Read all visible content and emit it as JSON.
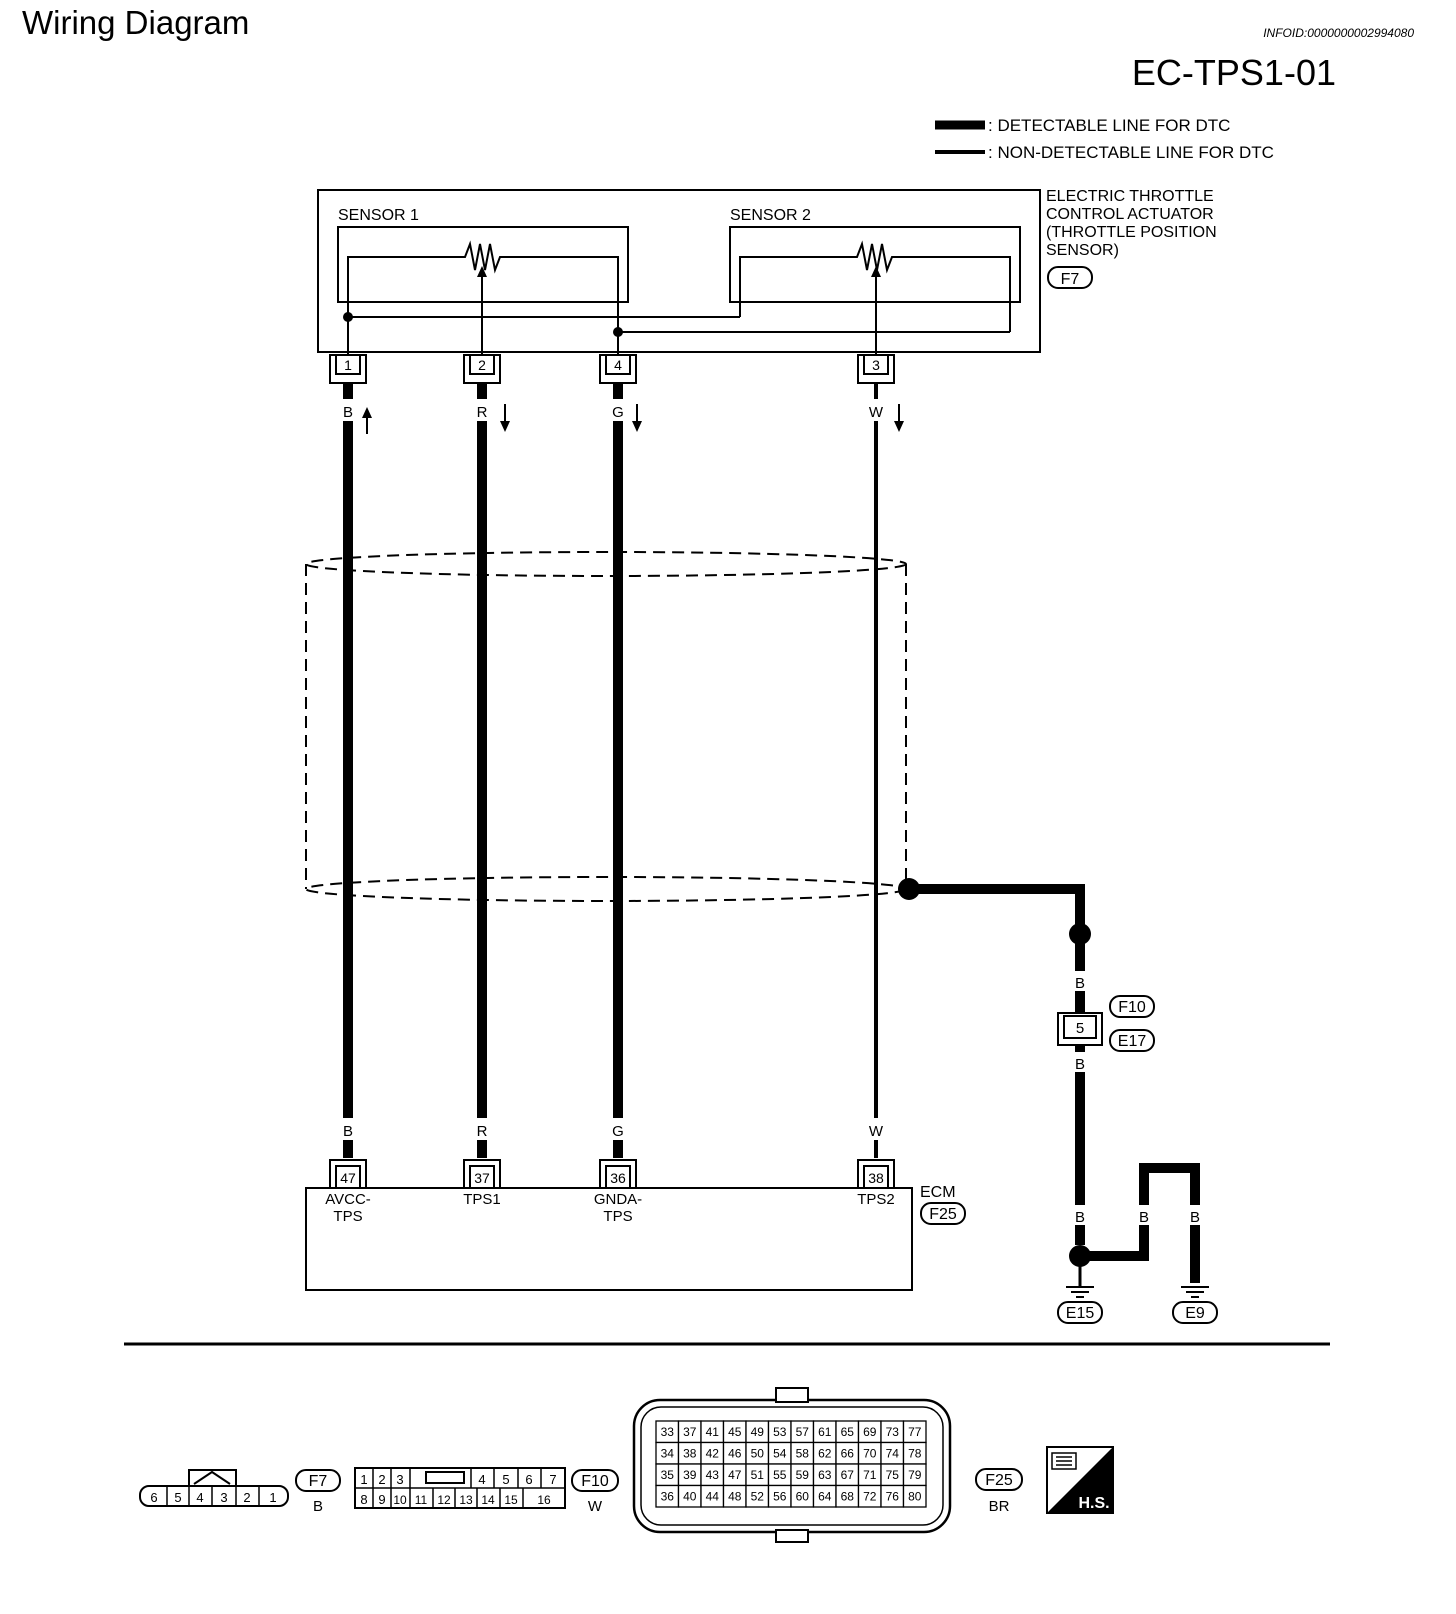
{
  "header": {
    "title": "Wiring Diagram",
    "info_id": "INFOID:0000000002994080",
    "diagram_code": "EC-TPS1-01"
  },
  "legend": {
    "detectable": ": DETECTABLE LINE FOR DTC",
    "non_detectable": ": NON-DETECTABLE LINE FOR DTC"
  },
  "actuator": {
    "sensor1_label": "SENSOR 1",
    "sensor2_label": "SENSOR 2",
    "name_lines": [
      "ELECTRIC THROTTLE",
      "CONTROL ACTUATOR",
      "(THROTTLE POSITION",
      "SENSOR)"
    ],
    "connector": "F7",
    "pins": [
      "1",
      "2",
      "4",
      "3"
    ]
  },
  "wires": [
    {
      "color": "B",
      "direction": "up"
    },
    {
      "color": "R",
      "direction": "down"
    },
    {
      "color": "G",
      "direction": "down"
    },
    {
      "color": "W",
      "direction": "down"
    }
  ],
  "ecm": {
    "label": "ECM",
    "connector": "F25",
    "pins": [
      "47",
      "37",
      "36",
      "38"
    ],
    "terminal_names": [
      [
        "AVCC-",
        "TPS"
      ],
      [
        "TPS1"
      ],
      [
        "GNDA-",
        "TPS"
      ],
      [
        "TPS2"
      ]
    ]
  },
  "ground": {
    "wire_color_upper": "B",
    "connector_top": "F10",
    "connector_bottom": "E17",
    "pin": "5",
    "wire_color_lower": "B",
    "branch_colors": [
      "B",
      "B",
      "B"
    ],
    "grounds": [
      "E15",
      "E9"
    ]
  },
  "connector_views": {
    "f7": {
      "id": "F7",
      "color": "B",
      "pins": [
        "6",
        "5",
        "4",
        "3",
        "2",
        "1"
      ]
    },
    "f10": {
      "id": "F10",
      "color": "W",
      "top_pins": [
        "1",
        "2",
        "3",
        "4",
        "5",
        "6",
        "7"
      ],
      "bottom_pins": [
        "8",
        "9",
        "10",
        "11",
        "12",
        "13",
        "14",
        "15",
        "16"
      ]
    },
    "f25": {
      "id": "F25",
      "color": "BR",
      "rows": [
        [
          "33",
          "37",
          "41",
          "45",
          "49",
          "53",
          "57",
          "61",
          "65",
          "69",
          "73",
          "77"
        ],
        [
          "34",
          "38",
          "42",
          "46",
          "50",
          "54",
          "58",
          "62",
          "66",
          "70",
          "74",
          "78"
        ],
        [
          "35",
          "39",
          "43",
          "47",
          "51",
          "55",
          "59",
          "63",
          "67",
          "71",
          "75",
          "79"
        ],
        [
          "36",
          "40",
          "44",
          "48",
          "52",
          "56",
          "60",
          "64",
          "68",
          "72",
          "76",
          "80"
        ]
      ]
    },
    "hs_label": "H.S."
  }
}
